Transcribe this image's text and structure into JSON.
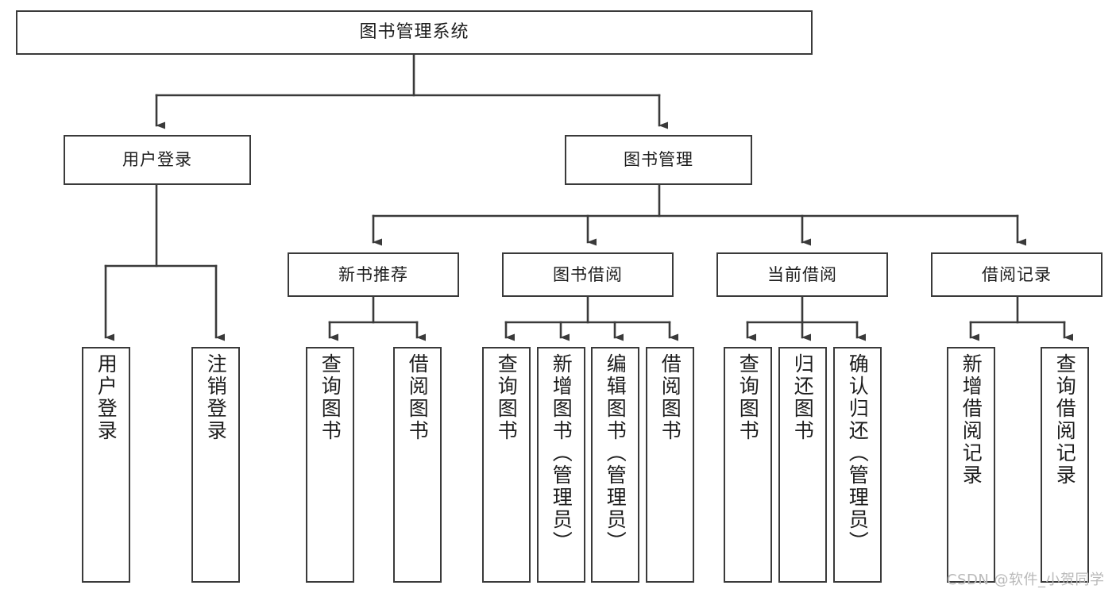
{
  "diagram": {
    "type": "tree",
    "title": "图书管理系统",
    "root": {
      "label": "图书管理系统"
    },
    "level2": [
      {
        "label": "用户登录"
      },
      {
        "label": "图书管理"
      }
    ],
    "level3": [
      {
        "label": "新书推荐"
      },
      {
        "label": "图书借阅"
      },
      {
        "label": "当前借阅"
      },
      {
        "label": "借阅记录"
      }
    ],
    "leaves": {
      "user_login": [
        {
          "label": "用户登录"
        },
        {
          "label": "注销登录"
        }
      ],
      "new_book_recommend": [
        {
          "label": "查询图书"
        },
        {
          "label": "借阅图书"
        }
      ],
      "book_borrow": [
        {
          "label": "查询图书"
        },
        {
          "label": "新增图书（管理员）"
        },
        {
          "label": "编辑图书（管理员）"
        },
        {
          "label": "借阅图书"
        }
      ],
      "current_borrow": [
        {
          "label": "查询图书"
        },
        {
          "label": "归还图书"
        },
        {
          "label": "确认归还（管理员）"
        }
      ],
      "borrow_record": [
        {
          "label": "新增借阅记录"
        },
        {
          "label": "查询借阅记录"
        }
      ]
    }
  },
  "watermark": {
    "text": "CSDN @软件_小贺同学"
  },
  "colors": {
    "border": "#3a3a3a",
    "background": "#ffffff",
    "text": "#1d1d1d",
    "watermark": "#b9b9b9"
  }
}
